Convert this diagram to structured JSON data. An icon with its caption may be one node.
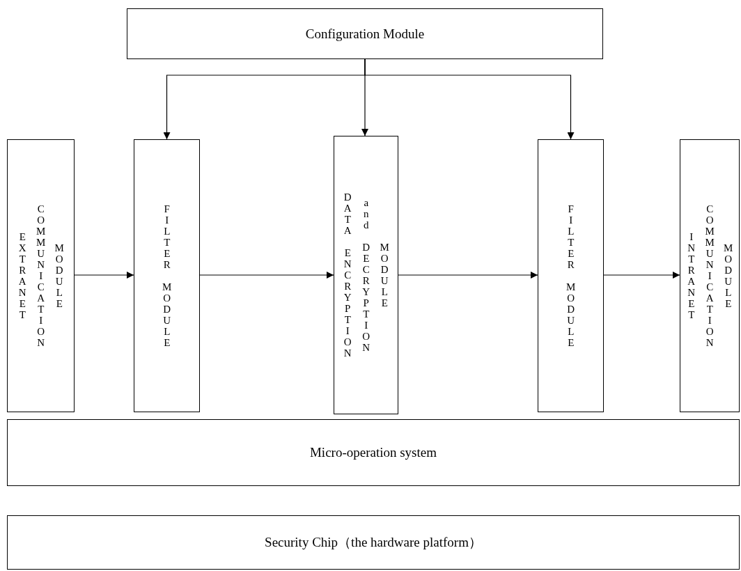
{
  "diagram": {
    "nodes": [
      {
        "text": [
          "Configuration Module"
        ]
      },
      {
        "text": [
          "EXTRANET",
          "COMMUNICATION",
          "MODULE"
        ]
      },
      {
        "text": [
          "FILTER MODULE"
        ]
      },
      {
        "text": [
          "DATA ENCRYPTION",
          "and DECRYPTION",
          "MODULE"
        ]
      },
      {
        "text": [
          "FILTER MODULE"
        ]
      },
      {
        "text": [
          "INTRANET",
          "COMMUNICATION",
          "MODULE"
        ]
      },
      {
        "text": [
          "Micro-operation system"
        ]
      },
      {
        "text": [
          "Security Chip（the hardware platform）"
        ]
      }
    ],
    "edges": [
      {
        "from": 0,
        "to": 2,
        "arrow": "to"
      },
      {
        "from": 0,
        "to": 3,
        "arrow": "to"
      },
      {
        "from": 0,
        "to": 4,
        "arrow": "to"
      },
      {
        "from": 1,
        "to": 2,
        "arrow": "to"
      },
      {
        "from": 2,
        "to": 3,
        "arrow": "to"
      },
      {
        "from": 3,
        "to": 4,
        "arrow": "to"
      },
      {
        "from": 4,
        "to": 5,
        "arrow": "to"
      }
    ]
  }
}
